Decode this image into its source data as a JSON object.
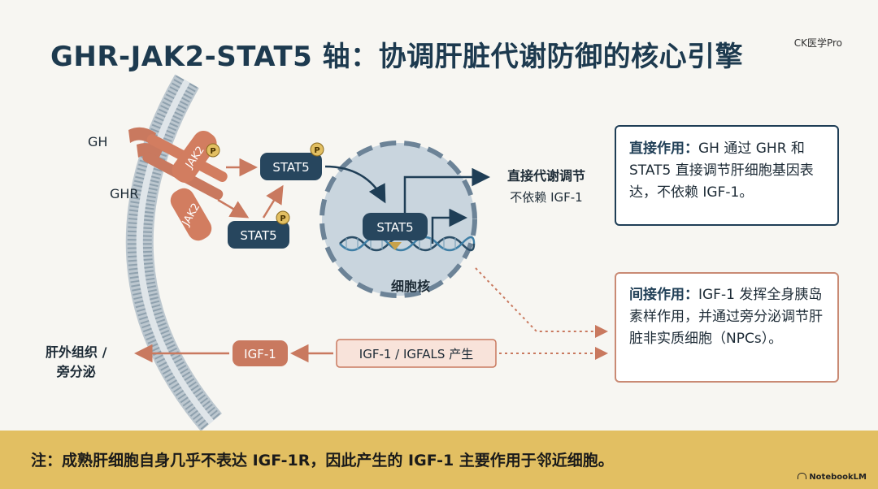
{
  "title": "GHR-JAK2-STAT5 轴：协调肝脏代谢防御的核心引擎",
  "watermark": "CK医学Pro",
  "labels": {
    "gh": "GH",
    "ghr": "GHR",
    "jak2_top": "JAK2",
    "jak2_bottom": "JAK2",
    "p": "P",
    "stat5_upper": "STAT5",
    "stat5_lower": "STAT5",
    "stat5_nucleus": "STAT5",
    "nucleus": "细胞核",
    "direct_reg_line1": "直接代谢调节",
    "direct_reg_line2": "不依赖 IGF-1",
    "extrahepatic_line1": "肝外组织 /",
    "extrahepatic_line2": "旁分泌",
    "igf1": "IGF-1",
    "igf1_production": "IGF-1 / IGFALS 产生"
  },
  "box_direct": {
    "heading": "直接作用：",
    "text": "GH 通过 GHR 和 STAT5 直接调节肝细胞基因表达，不依赖 IGF-1。"
  },
  "box_indirect": {
    "heading": "间接作用：",
    "text": "IGF-1 发挥全身胰岛素样作用，并通过旁分泌调节肝脏非实质细胞（NPCs）。"
  },
  "footer": {
    "note": "注：成熟肝细胞自身几乎不表达 IGF-1R，因此产生的 IGF-1 主要作用于邻近细胞。",
    "brand": "NotebookLM"
  },
  "colors": {
    "navy": "#1f3e56",
    "salmon": "#c9795f",
    "gold": "#e2bf62",
    "nucleus": "#c9d5de"
  }
}
